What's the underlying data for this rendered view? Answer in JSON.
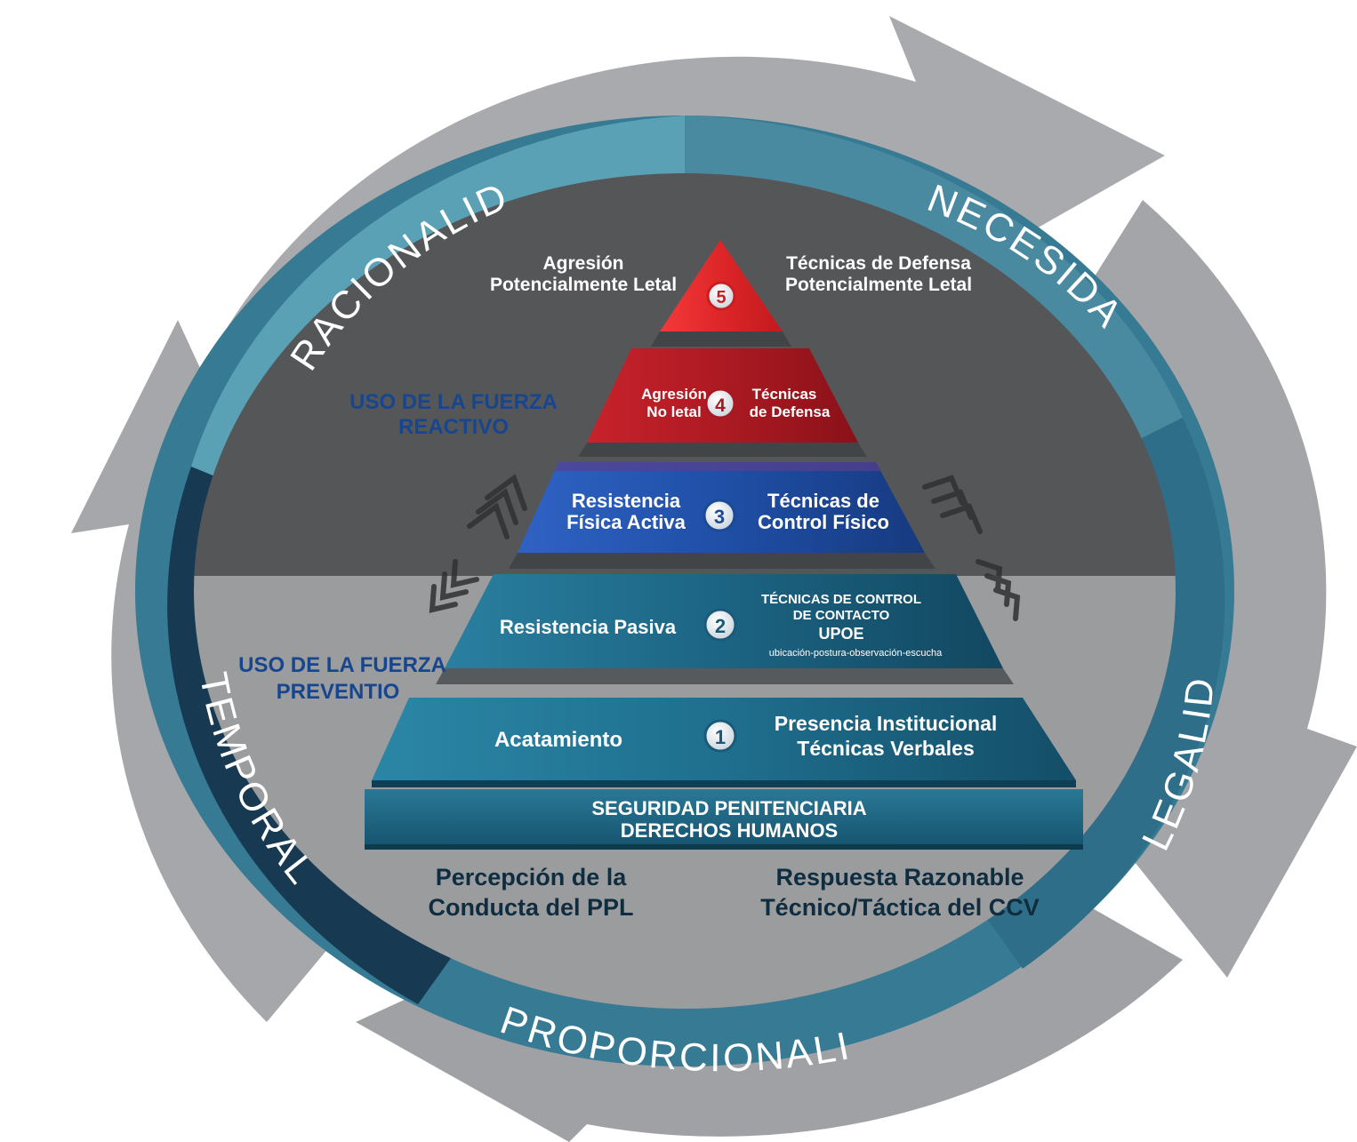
{
  "ring": {
    "racionalidad": "RACIONALIDAD",
    "necesidad": "NECESIDAD",
    "legalidad": "LEGALIDAD",
    "proporcionalidad": "PROPORCIONALIDAD",
    "temporalidad": "TEMPORALIDAD"
  },
  "side_labels": {
    "reactivo_1": "USO DE LA FUERZA",
    "reactivo_2": "REACTIVO",
    "preventivo_1": "USO DE LA FUERZA",
    "preventivo_2": "PREVENTIO"
  },
  "levels": [
    {
      "number": "1",
      "left": [
        "Acatamiento"
      ],
      "right": [
        "Presencia Institucional",
        "Técnicas Verbales"
      ]
    },
    {
      "number": "2",
      "left": [
        "Resistencia Pasiva"
      ],
      "right": [
        "TÉCNICAS DE CONTROL",
        "DE CONTACTO",
        "UPOE",
        "ubicación-postura-observación-escucha"
      ]
    },
    {
      "number": "3",
      "left": [
        "Resistencia",
        "Física Activa"
      ],
      "right": [
        "Técnicas de",
        "Control Físico"
      ]
    },
    {
      "number": "4",
      "left": [
        "Agresión",
        "No letal"
      ],
      "right": [
        "Técnicas",
        "de Defensa"
      ]
    },
    {
      "number": "5",
      "left": [
        "Agresión",
        "Potencialmente Letal"
      ],
      "right": [
        "Técnicas de Defensa",
        "Potencialmente Letal"
      ]
    }
  ],
  "base": {
    "line1": "SEGURIDAD PENITENCIARIA",
    "line2": "DERECHOS HUMANOS"
  },
  "bottom": {
    "left_1": "Percepción de la",
    "left_2": "Conducta del PPL",
    "right_1": "Respuesta Razonable",
    "right_2": "Técnico/Táctica del CCV"
  },
  "colors": {
    "outer_arrows": "#a8aaad",
    "ring_light": "#4f97ad",
    "ring_mid": "#377a93",
    "ring_dark": "#173a52",
    "inner_top": "#555658",
    "inner_bottom": "#9b9c9e",
    "level_teal": "#1d6d8c",
    "level_blue": "#1d4fa8",
    "level_red_dark": "#b11c24",
    "level_red": "#e02a2e",
    "label_blue": "#17468f"
  }
}
